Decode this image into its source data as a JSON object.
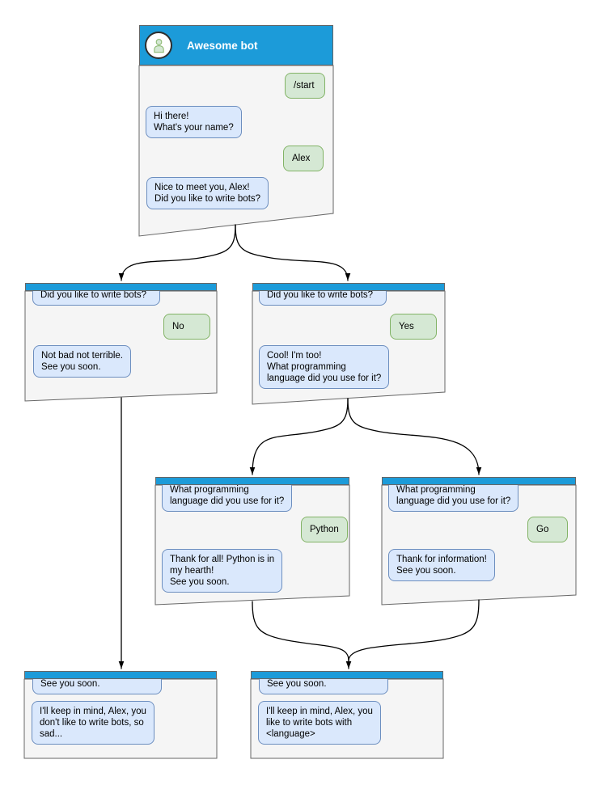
{
  "colors": {
    "header_blue": "#1C9BD9",
    "window_fill": "#F5F5F5",
    "window_border": "#666666",
    "bot_bubble_fill": "#DAE8FC",
    "bot_bubble_border": "#6C8EBF",
    "user_bubble_fill": "#D5E8D4",
    "user_bubble_border": "#82B366",
    "arrow_color": "#000000",
    "title_color": "#FFFFFF"
  },
  "bot": {
    "title": "Awesome bot"
  },
  "windows": [
    {
      "name": "main-chat",
      "messages": [
        {
          "from": "user",
          "text": "/start"
        },
        {
          "from": "bot",
          "text": "Hi there!\nWhat's your name?"
        },
        {
          "from": "user",
          "text": "Alex"
        },
        {
          "from": "bot",
          "text": "Nice to meet you, Alex!\nDid you like to write bots?"
        }
      ]
    },
    {
      "name": "branch-no",
      "messages": [
        {
          "from": "bot",
          "text": "Did you like to write bots?"
        },
        {
          "from": "user",
          "text": "No"
        },
        {
          "from": "bot",
          "text": "Not bad not terrible.\nSee you soon."
        }
      ]
    },
    {
      "name": "branch-yes",
      "messages": [
        {
          "from": "bot",
          "text": "Did you like to write bots?"
        },
        {
          "from": "user",
          "text": "Yes"
        },
        {
          "from": "bot",
          "text": "Cool! I'm too!\nWhat programming\nlanguage did you use for it?"
        }
      ]
    },
    {
      "name": "branch-python",
      "messages": [
        {
          "from": "bot",
          "text": "What programming\nlanguage did you use for it?"
        },
        {
          "from": "user",
          "text": "Python"
        },
        {
          "from": "bot",
          "text": "Thank for all! Python is in\nmy hearth!\nSee you soon."
        }
      ]
    },
    {
      "name": "branch-go",
      "messages": [
        {
          "from": "bot",
          "text": "What programming\nlanguage did you use for it?"
        },
        {
          "from": "user",
          "text": "Go"
        },
        {
          "from": "bot",
          "text": "Thank for information!\nSee you soon."
        }
      ]
    },
    {
      "name": "end-no",
      "messages": [
        {
          "from": "bot",
          "text": "See you soon."
        },
        {
          "from": "bot",
          "text": "I'll keep in mind, Alex, you\ndon't like to write bots, so\nsad..."
        }
      ]
    },
    {
      "name": "end-yes",
      "messages": [
        {
          "from": "bot",
          "text": "See you soon."
        },
        {
          "from": "bot",
          "text": "I'll keep in mind, Alex, you\nlike to write bots with\n<language>"
        }
      ]
    }
  ]
}
